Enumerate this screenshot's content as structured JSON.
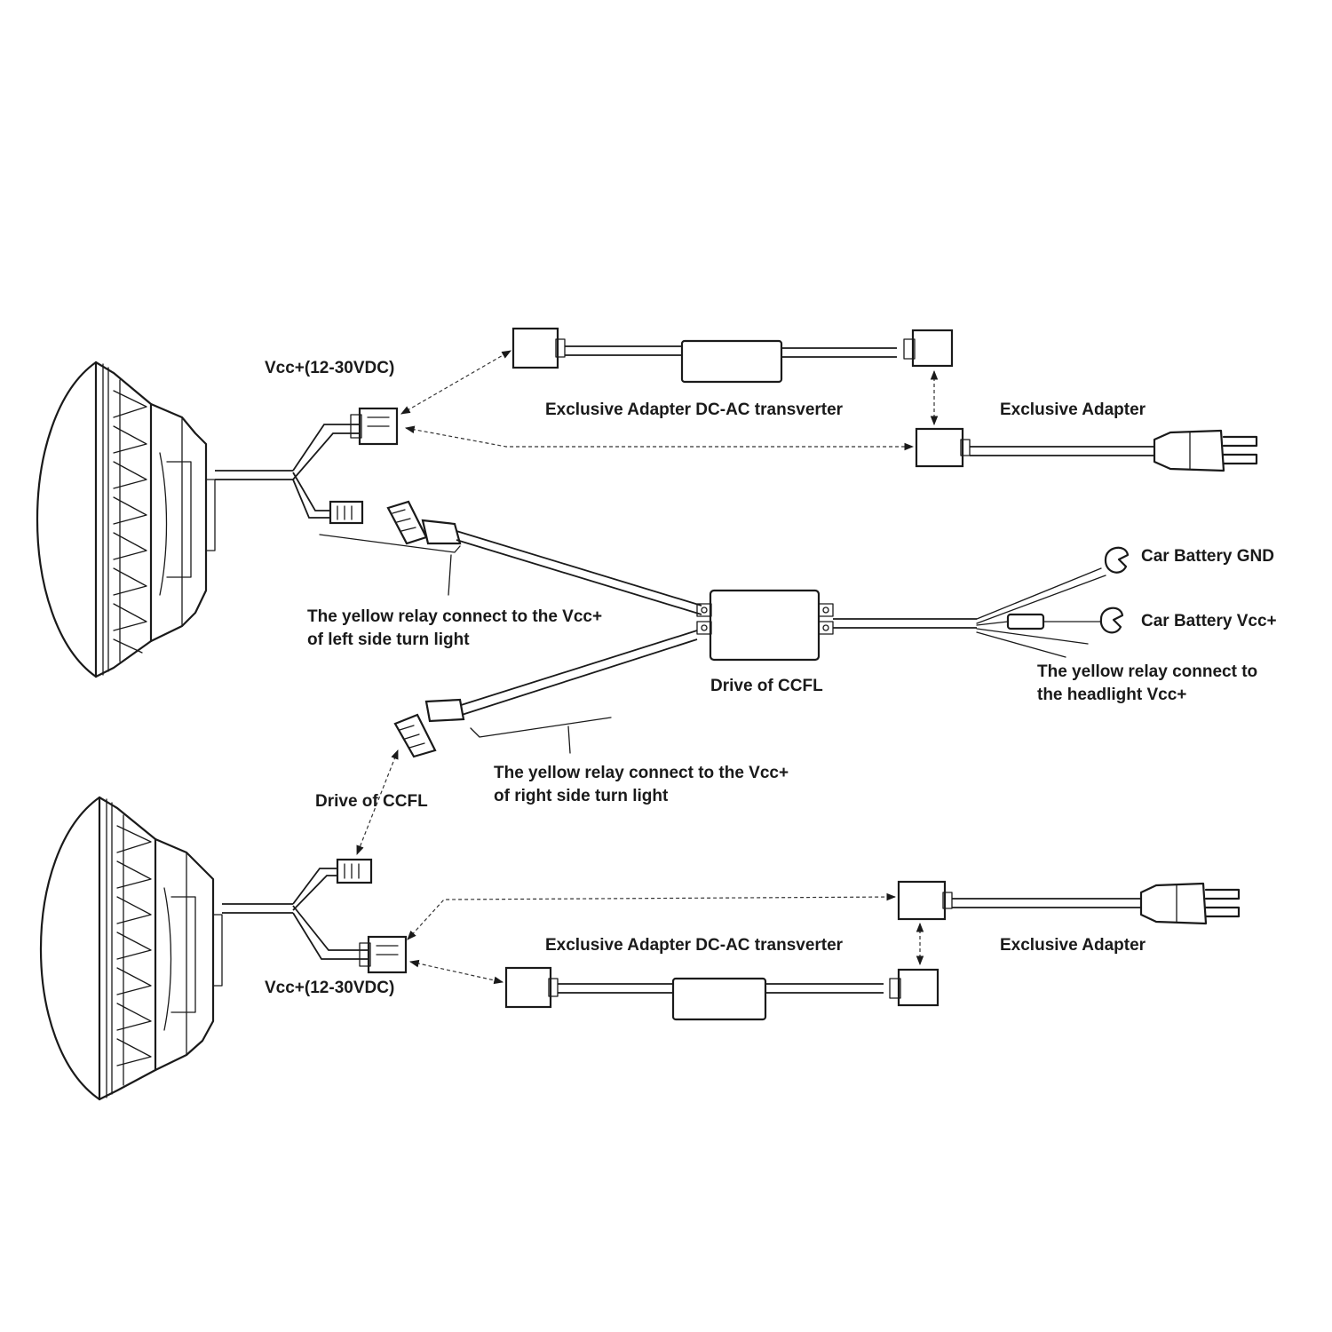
{
  "labels": {
    "vcc_top": "Vcc+(12-30VDC)",
    "adapter_dcac_top": "Exclusive Adapter DC-AC transverter",
    "adapter_top": "Exclusive Adapter",
    "car_battery_gnd": "Car Battery GND",
    "car_battery_vcc": "Car Battery Vcc+",
    "relay_left_line1": "The yellow relay connect to the Vcc+",
    "relay_left_line2": "of left side turn light",
    "drive_ccfl_center": "Drive of CCFL",
    "relay_headlight_line1": "The yellow relay connect to",
    "relay_headlight_line2": "the headlight Vcc+",
    "relay_right_line1": "The yellow relay connect to the Vcc+",
    "relay_right_line2": "of right side turn light",
    "drive_ccfl_lower": "Drive of CCFL",
    "adapter_dcac_bottom": "Exclusive Adapter DC-AC transverter",
    "adapter_bottom": "Exclusive Adapter",
    "vcc_bottom": "Vcc+(12-30VDC)"
  }
}
